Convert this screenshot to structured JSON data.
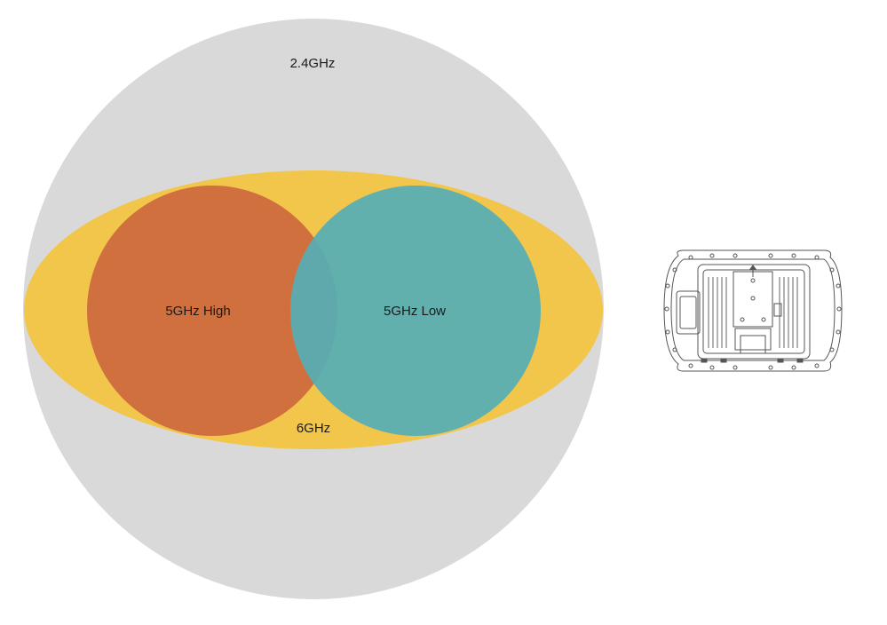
{
  "diagram": {
    "bands": [
      {
        "id": "band-24",
        "label": "2.4GHz",
        "color": "#d9d9d9"
      },
      {
        "id": "band-6",
        "label": "6GHz",
        "color": "#f2c54b"
      },
      {
        "id": "band-5-high",
        "label": "5GHz High",
        "color": "#d0703f"
      },
      {
        "id": "band-5-low",
        "label": "5GHz Low",
        "color": "#55aeb6"
      }
    ],
    "device": {
      "icon": "access-point-device-icon",
      "stroke_color": "#555555"
    }
  }
}
